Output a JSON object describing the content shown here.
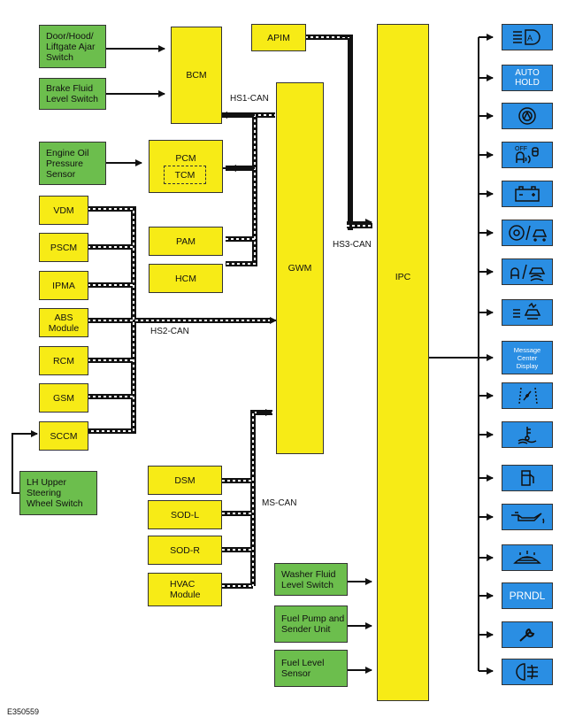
{
  "inputs_left": {
    "door_switch": "Door/Hood/\nLiftgate Ajar\nSwitch",
    "brake_fluid": "Brake Fluid\nLevel Switch",
    "oil_pressure": "Engine Oil\nPressure\nSensor",
    "lh_switch": "LH Upper\nSteering\nWheel Switch"
  },
  "modules": {
    "bcm": "BCM",
    "pcm": "PCM",
    "tcm": "TCM",
    "apim": "APIM",
    "pam": "PAM",
    "hcm": "HCM",
    "gwm": "GWM",
    "ipc": "IPC",
    "vdm": "VDM",
    "pscm": "PSCM",
    "ipma": "IPMA",
    "abs": "ABS\nModule",
    "rcm": "RCM",
    "gsm": "GSM",
    "sccm": "SCCM",
    "dsm": "DSM",
    "sod_l": "SOD-L",
    "sod_r": "SOD-R",
    "hvac": "HVAC\nModule"
  },
  "inputs_bottom": {
    "washer": "Washer Fluid\nLevel Switch",
    "fuel_pump": "Fuel Pump and\nSender Unit",
    "fuel_level": "Fuel Level\nSensor"
  },
  "networks": {
    "hs1": "HS1-CAN",
    "hs2": "HS2-CAN",
    "hs3": "HS3-CAN",
    "ms": "MS-CAN"
  },
  "outputs": {
    "auto_hold": "AUTO\nHOLD",
    "message_center": "Message\nCenter\nDisplay",
    "prndl": "PRNDL",
    "off_label": "OFF",
    "icons": [
      "auto-headlamp-icon",
      "auto-hold-icon",
      "hill-start-assist-icon",
      "airbag-off-icon",
      "battery-icon",
      "stability-control-icon",
      "traction-control-icon",
      "front-collision-warning-icon",
      "message-center-display-icon",
      "ice-warning-icon",
      "coolant-temperature-icon",
      "fuel-icon",
      "oil-pressure-icon",
      "washer-fluid-icon",
      "prndl-icon",
      "service-wrench-icon",
      "front-fog-lamp-icon"
    ]
  },
  "figure_id": "E350559",
  "colors": {
    "green": "#6cbe4d",
    "yellow": "#f7eb16",
    "blue": "#2a8ee3"
  }
}
